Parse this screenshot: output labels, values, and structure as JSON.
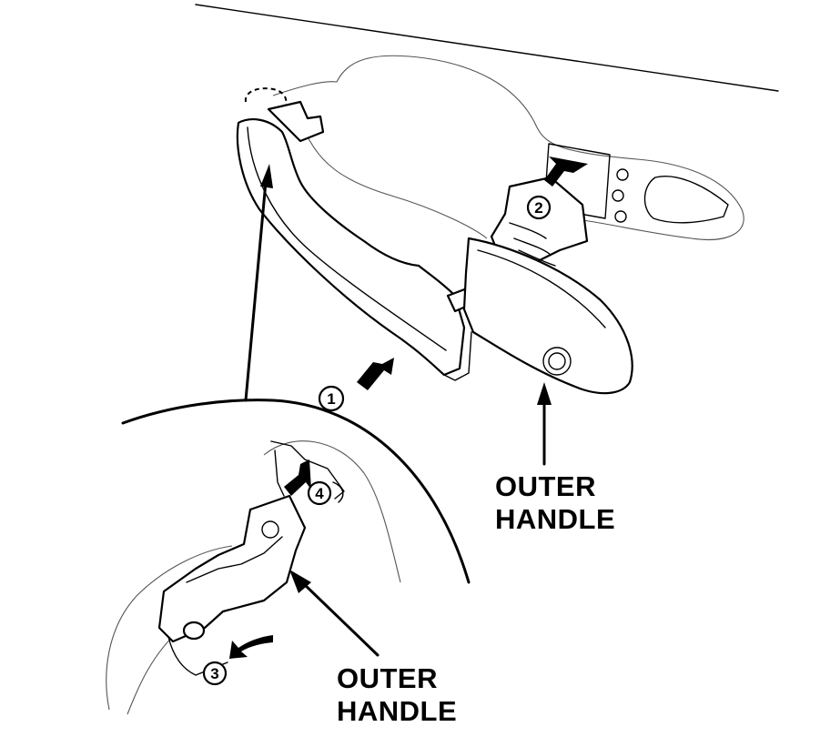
{
  "callouts": {
    "outer_handle_main": [
      "OUTER",
      "HANDLE"
    ],
    "outer_handle_detail": [
      "OUTER",
      "HANDLE"
    ]
  },
  "steps": [
    "1",
    "2",
    "3",
    "4"
  ]
}
